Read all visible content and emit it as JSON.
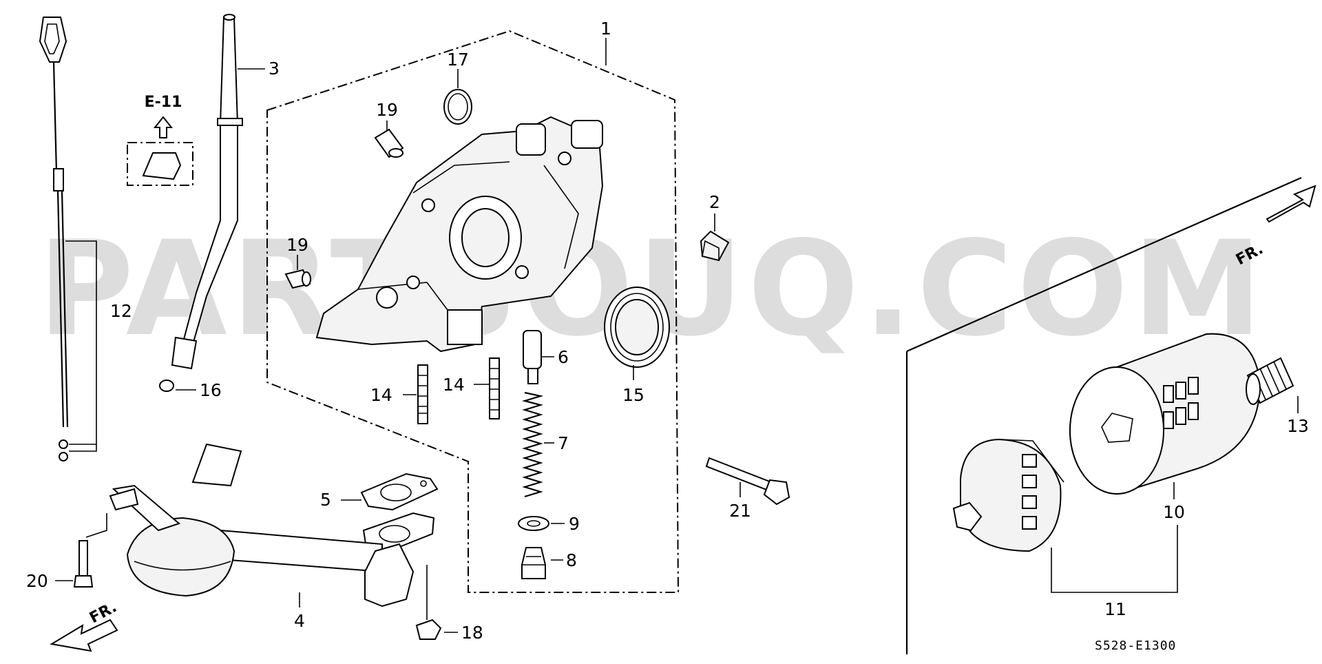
{
  "diagram": {
    "watermark": "PARTSOUQ.COM",
    "diagram_code": "S528-E1300",
    "reference": "E-11",
    "direction_label": "FR.",
    "callouts": [
      "1",
      "2",
      "3",
      "4",
      "5",
      "6",
      "7",
      "8",
      "9",
      "10",
      "11",
      "12",
      "13",
      "14",
      "15",
      "16",
      "17",
      "18",
      "19",
      "20",
      "21"
    ]
  }
}
